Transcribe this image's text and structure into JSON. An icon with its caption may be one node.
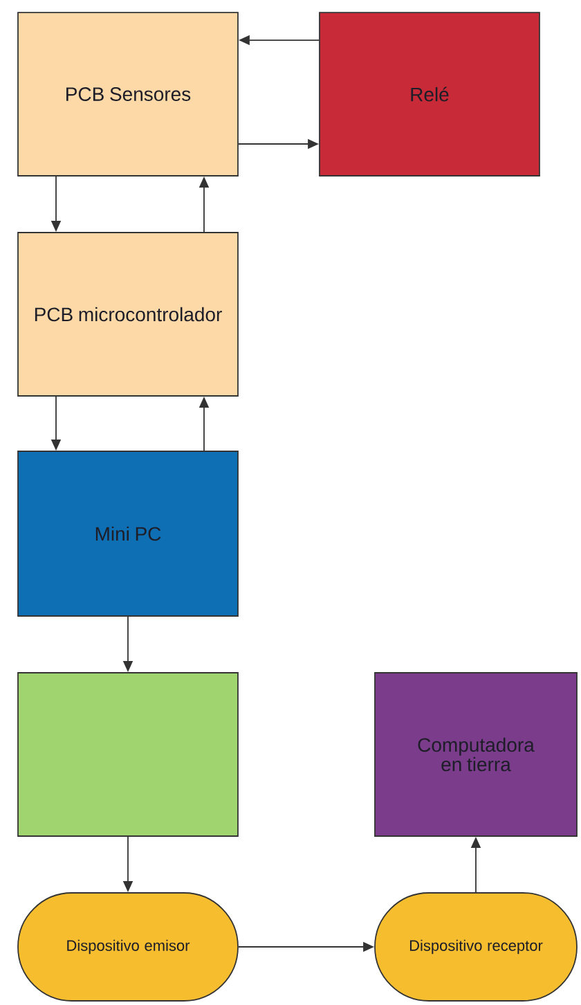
{
  "diagram": {
    "nodes": [
      {
        "text": [
          "PCB Sensores"
        ]
      },
      {
        "text": [
          "Relé"
        ]
      },
      {
        "text": [
          "PCB microcontrolador"
        ]
      },
      {
        "text": [
          "Mini PC"
        ]
      },
      {
        "text": [],
        "shape": "box"
      },
      {
        "text": [
          "Computadora en tierra"
        ]
      },
      {
        "text": [
          "Dispositivo emisor"
        ]
      },
      {
        "text": [
          "Dispositivo receptor"
        ]
      }
    ],
    "edges": [
      {
        "from": 1,
        "to": 0,
        "arrow": "to"
      },
      {
        "from": 0,
        "to": 1,
        "arrow": "to"
      },
      {
        "from": 0,
        "to": 2,
        "arrow": "to"
      },
      {
        "from": 2,
        "to": 0,
        "arrow": "to"
      },
      {
        "from": 2,
        "to": 3,
        "arrow": "to"
      },
      {
        "from": 3,
        "to": 2,
        "arrow": "to"
      },
      {
        "from": 3,
        "to": 4,
        "arrow": "to"
      },
      {
        "from": 4,
        "to": 6,
        "arrow": "to"
      },
      {
        "from": 6,
        "to": 7,
        "arrow": "to"
      },
      {
        "from": 7,
        "to": 5,
        "arrow": "to"
      }
    ]
  }
}
